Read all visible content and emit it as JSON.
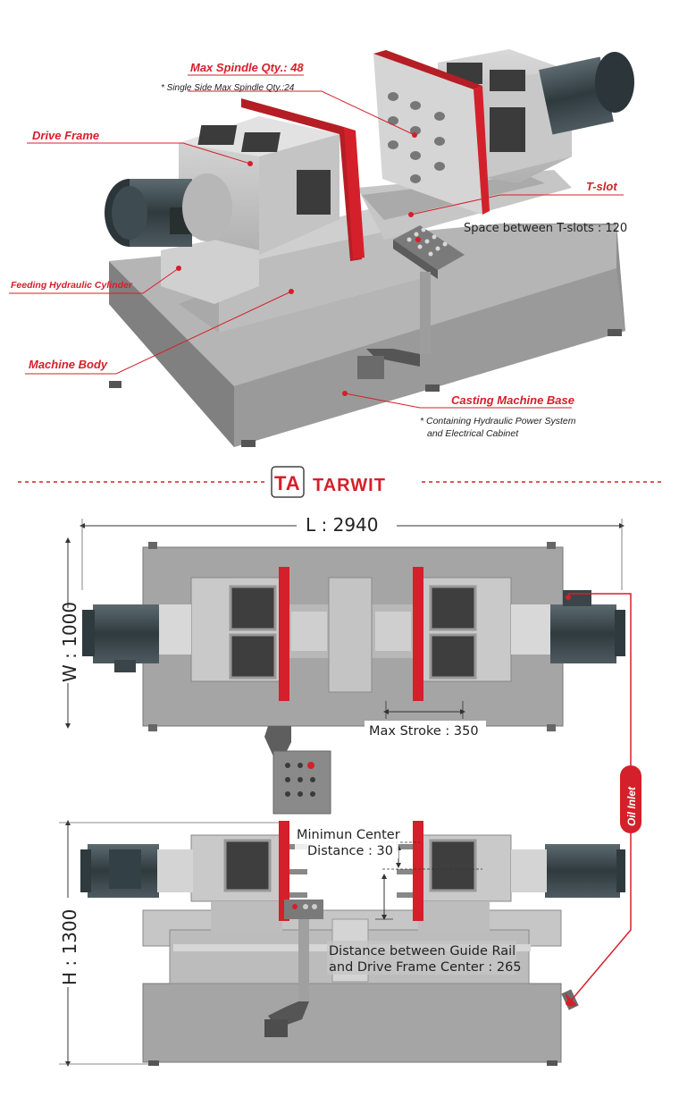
{
  "colors": {
    "accent": "#d4202a",
    "machine_gray": "#b9b9b9",
    "machine_dark": "#7b7b7b",
    "motor_dark": "#3d4a4f"
  },
  "brand": {
    "logo_mark": "TA",
    "name": "TARWIT"
  },
  "callouts": {
    "max_spindle": "Max Spindle Qty.:  48",
    "single_side": "* Single Side Max Spindle Qty.:24",
    "drive_frame": "Drive Frame",
    "t_slot": "T-slot",
    "t_slot_space": "Space between T-slots : 120",
    "feeding_cylinder": "Feeding Hydraulic  Cylinder",
    "machine_body": "Machine Body",
    "casting_base": "Casting Machine Base",
    "base_note_1": "* Containing Hydraulic Power System",
    "base_note_2": "and Electrical Cabinet"
  },
  "dimensions": {
    "length": "L : 2940",
    "width": "W : 1000",
    "height": "H : 1300",
    "max_stroke": "Max Stroke : 350",
    "min_center_1": "Minimun Center",
    "min_center_2": "Distance : 30",
    "guide_rail_1": "Distance between Guide Rail",
    "guide_rail_2": "and Drive Frame Center : 265",
    "oil_inlet": "Oil Inlet"
  },
  "icons": {
    "motor": "motor-icon",
    "control_panel": "control-panel-icon",
    "spindle": "spindle-icon"
  }
}
